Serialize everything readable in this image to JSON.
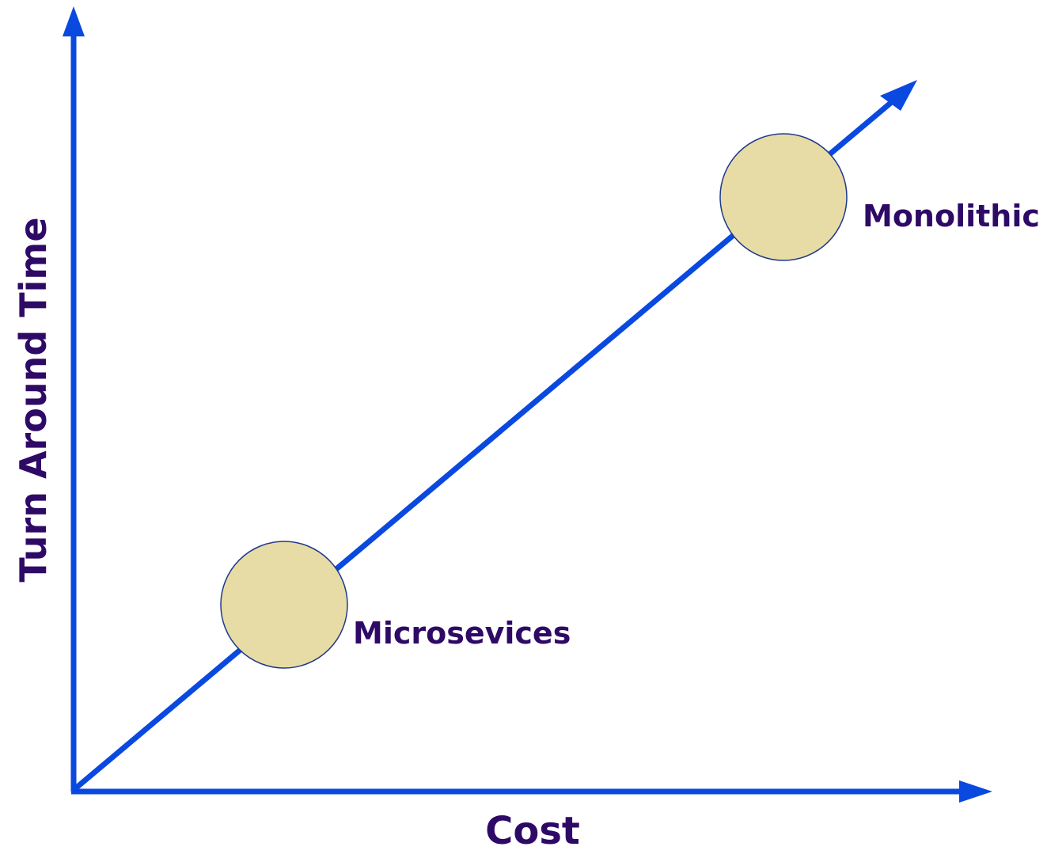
{
  "axes": {
    "x_label": "Cost",
    "y_label": "Turn Around Time"
  },
  "points": [
    {
      "label": "Microsevices"
    },
    {
      "label": "Monolithic"
    }
  ],
  "colors": {
    "axis": "#0a49e0",
    "label": "#2e0a66",
    "circle_fill": "#e8dca6",
    "circle_stroke": "#1f3a8c",
    "background": "#ffffff"
  }
}
